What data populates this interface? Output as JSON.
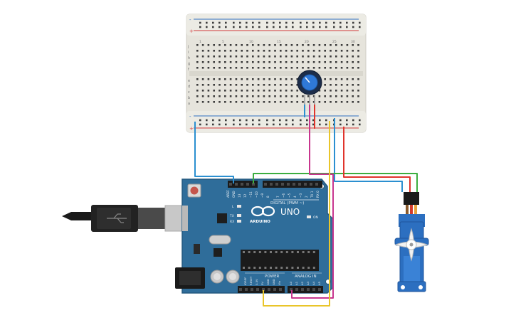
{
  "breadboard": {
    "rail_plus": "+",
    "rail_minus": "-",
    "row_letters_top": [
      "j",
      "i",
      "h",
      "g",
      "f"
    ],
    "row_letters_bottom": [
      "e",
      "d",
      "c",
      "b",
      "a"
    ],
    "column_numbers": [
      "1",
      "5",
      "10",
      "15",
      "20",
      "25",
      "30"
    ]
  },
  "arduino": {
    "logo_text": "ARDUINO",
    "model": "UNO",
    "digital_label": "DIGITAL (PWM ~)",
    "power_label": "POWER",
    "analog_label": "ANALOG IN",
    "on_label": "ON",
    "led_l": "L",
    "led_tx": "TX",
    "led_rx": "RX",
    "top_pins": [
      "AREF",
      "GND",
      "13",
      "12",
      "~11",
      "~10",
      "~9",
      "8",
      "7",
      "~6",
      "~5",
      "4",
      "~3",
      "2",
      "TX 1",
      "RX 0"
    ],
    "power_pins": [
      "IOREF",
      "RESET",
      "3.3V",
      "5V",
      "GND",
      "GND",
      "Vin"
    ],
    "analog_pins": [
      "A0",
      "A1",
      "A2",
      "A3",
      "A4",
      "A5"
    ]
  },
  "wire_colors": {
    "blue": "#2b8fd0",
    "red": "#e0342c",
    "magenta": "#c8368e",
    "yellow": "#e9c52a",
    "green": "#3cae3f"
  },
  "colors": {
    "board": "#2f6d9a",
    "board_edge": "#23587f",
    "breadboard": "#e8e6de",
    "servo": "#2c6fc0"
  }
}
